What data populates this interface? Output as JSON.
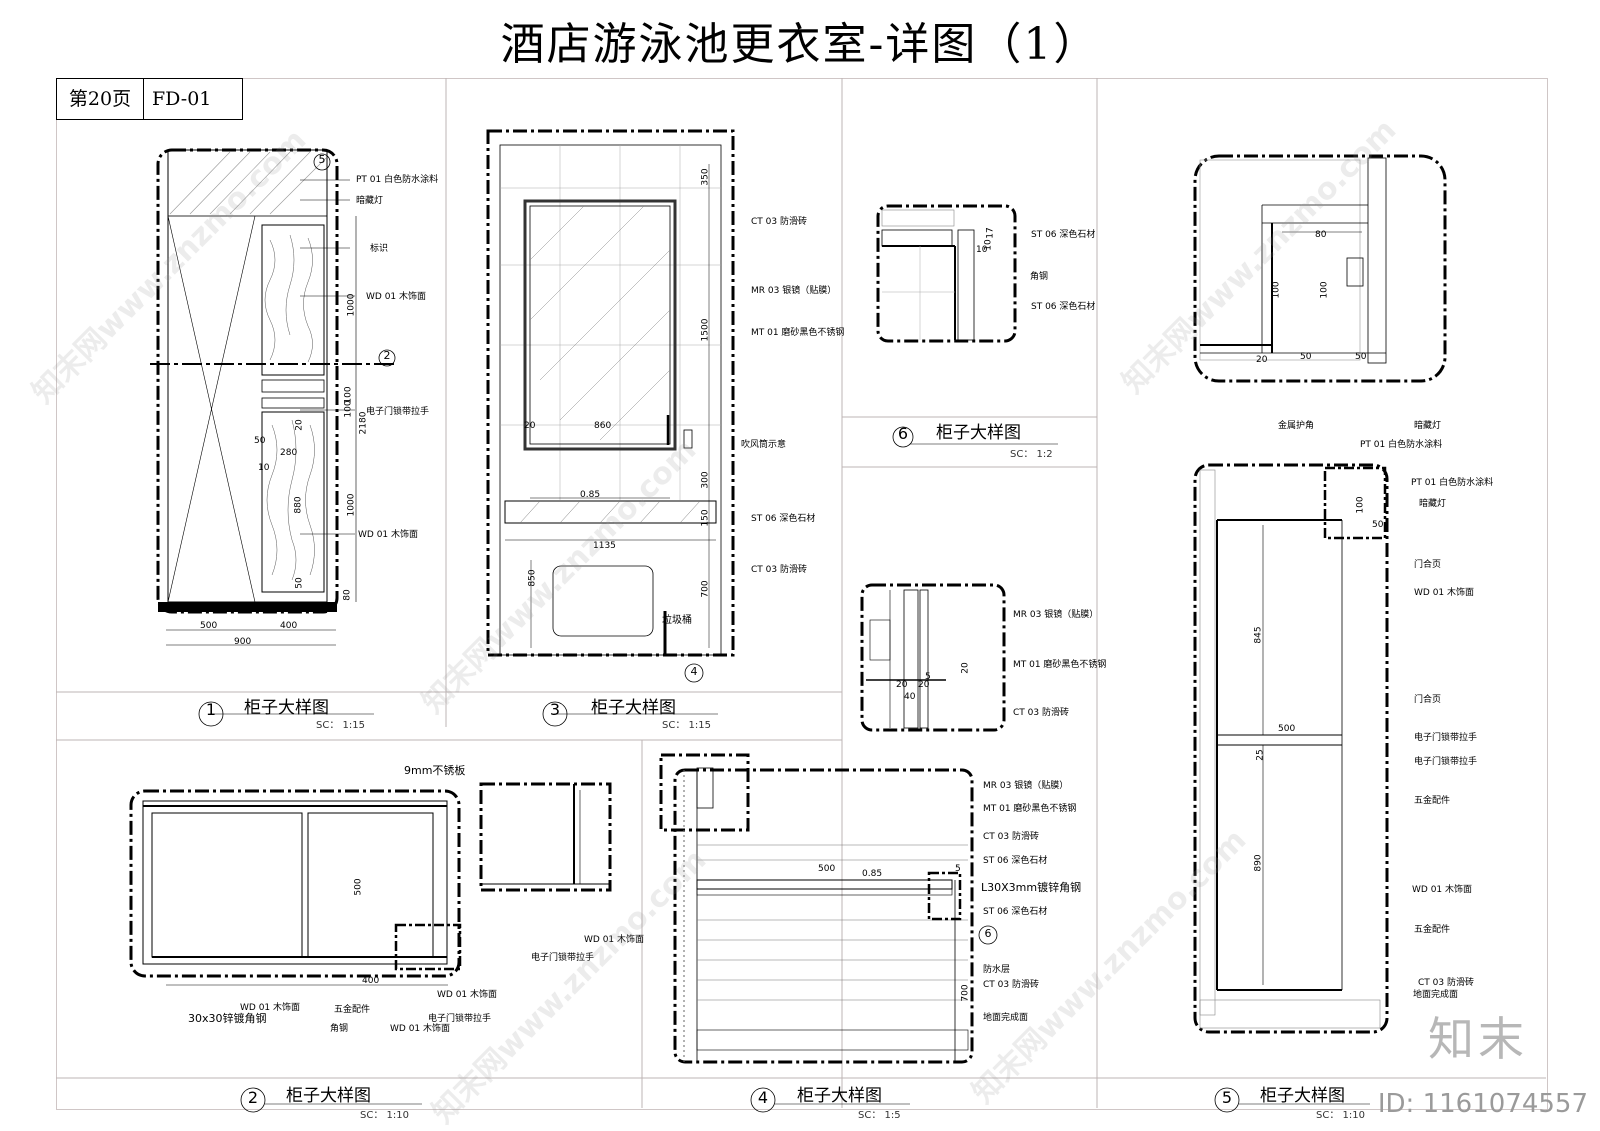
{
  "title": "酒店游泳池更衣室-详图（1）",
  "page": {
    "page_label": "第20页",
    "code": "FD-01"
  },
  "sections": [
    {
      "num": "1",
      "title": "柜子大样图",
      "scale": "SC： 1:15"
    },
    {
      "num": "3",
      "title": "柜子大样图",
      "scale": "SC： 1:15"
    },
    {
      "num": "6",
      "title": "柜子大样图",
      "scale": "SC： 1:2"
    },
    {
      "num": "2",
      "title": "柜子大样图",
      "scale": "SC： 1:10"
    },
    {
      "num": "4",
      "title": "柜子大样图",
      "scale": "SC： 1:5"
    },
    {
      "num": "5",
      "title": "柜子大样图",
      "scale": "SC： 1:10"
    }
  ],
  "view1": {
    "labels": [
      "PT 01 白色防水涂料",
      "暗藏灯",
      "标识",
      "WD 01 木饰面",
      "电子门锁带拉手",
      "WD 01 木饰面"
    ],
    "callouts": [
      "5",
      "2"
    ],
    "dims": [
      "500",
      "400",
      "900",
      "280",
      "50",
      "10",
      "880",
      "1000",
      "1000",
      "2180",
      "100",
      "100",
      "80",
      "50",
      "20"
    ]
  },
  "view3": {
    "labels": [
      "CT 03 防滑砖",
      "MR 03 银镜（贴膜）",
      "MT 01 磨砂黑色不锈钢",
      "吹风筒示意",
      "ST 06 深色石材",
      "CT 03 防滑砖",
      "垃圾桶"
    ],
    "callout": "4",
    "dims": [
      "350",
      "1500",
      "300",
      "150",
      "700",
      "850",
      "860",
      "20",
      "0.85",
      "1135"
    ]
  },
  "view6": {
    "labels": [
      "ST 06 深色石材",
      "角钢",
      "ST 06 深色石材"
    ],
    "dims": [
      "10",
      "10",
      "17"
    ]
  },
  "view2": {
    "labels": [
      "9mm不锈板",
      "WD 01 木饰面",
      "电子门锁带拉手",
      "WD 01 木饰面",
      "WD 01 木饰面",
      "30x30锌镀角钢",
      "五金配件",
      "角钢",
      "WD 01 木饰面",
      "电子门锁带拉手"
    ],
    "dims": [
      "500",
      "400"
    ]
  },
  "view4top": {
    "labels": [
      "MR 03 银镜（贴膜）",
      "MT 01 磨砂黑色不锈钢",
      "CT 03 防滑砖"
    ],
    "dims": [
      "20",
      "20",
      "20",
      "40",
      "5"
    ]
  },
  "view4": {
    "labels": [
      "MR 03 银镜（贴膜）",
      "MT 01 磨砂黑色不锈钢",
      "CT 03 防滑砖",
      "ST 06 深色石材",
      "L30X3mm镀锌角钢",
      "ST 06 深色石材",
      "防水层",
      "CT 03 防滑砖",
      "地面完成面"
    ],
    "callout": "6",
    "dims": [
      "500",
      "0.85",
      "5",
      "700"
    ]
  },
  "view5top": {
    "labels": [
      "金属护角",
      "暗藏灯",
      "PT 01 白色防水涂料"
    ],
    "dims": [
      "80",
      "100",
      "100",
      "20",
      "50",
      "50"
    ]
  },
  "view5": {
    "labels": [
      "PT 01 白色防水涂料",
      "暗藏灯",
      "门合页",
      "WD 01 木饰面",
      "门合页",
      "电子门锁带拉手",
      "电子门锁带拉手",
      "五金配件",
      "WD 01 木饰面",
      "五金配件",
      "CT 03 防滑砖",
      "地面完成面"
    ],
    "dims": [
      "845",
      "500",
      "25",
      "890",
      "100",
      "50"
    ]
  },
  "watermark": {
    "text": "知末网www.znzmo.com",
    "id_text": "ID: 1161074557",
    "logo": "知末"
  }
}
